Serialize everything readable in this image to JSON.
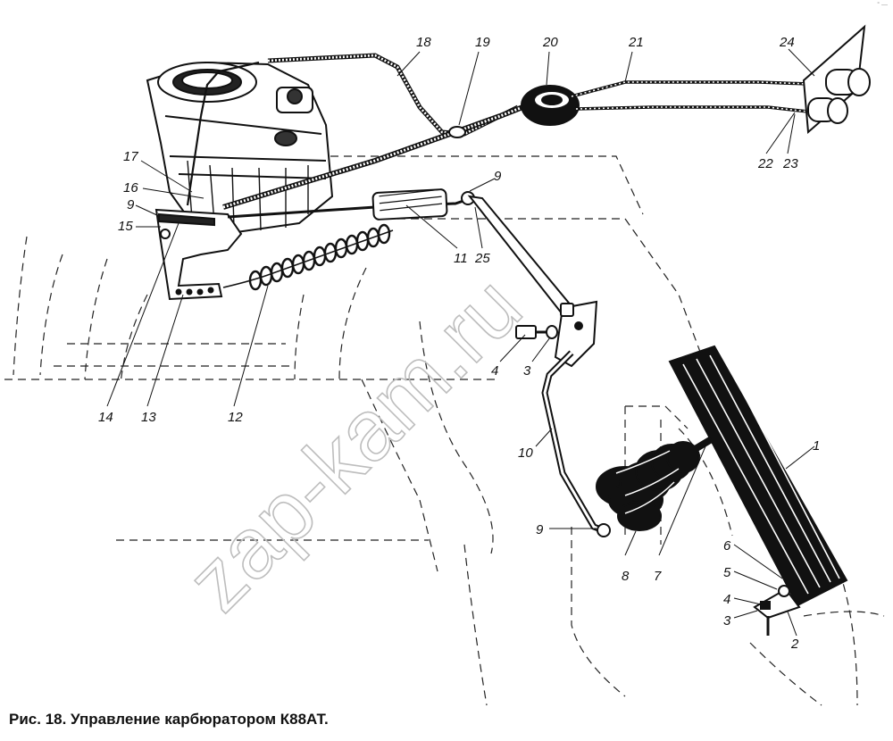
{
  "figure": {
    "caption": "Рис. 18. Управление карбюратором К88АТ.",
    "watermark": "zap-kam.ru",
    "corner_mark": "° —",
    "callouts": {
      "c1": "1",
      "c2": "2",
      "c3a": "3",
      "c3b": "3",
      "c4a": "4",
      "c4b": "4",
      "c5": "5",
      "c6": "6",
      "c7": "7",
      "c8": "8",
      "c9a": "9",
      "c9b": "9",
      "c9c": "9",
      "c10": "10",
      "c11": "11",
      "c12": "12",
      "c13": "13",
      "c14": "14",
      "c15": "15",
      "c16": "16",
      "c17": "17",
      "c18": "18",
      "c19": "19",
      "c20": "20",
      "c21": "21",
      "c22": "22",
      "c23": "23",
      "c24": "24",
      "c25": "25"
    }
  }
}
